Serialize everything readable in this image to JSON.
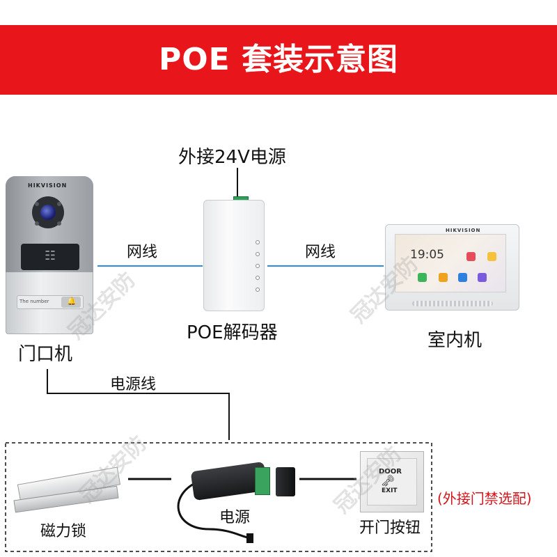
{
  "banner": {
    "title": "POE 套装示意图"
  },
  "labels": {
    "external_power": "外接24V电源",
    "door_station": "门口机",
    "decoder": "POE解码器",
    "indoor_unit": "室内机",
    "network_left": "网线",
    "network_right": "网线",
    "power_cable": "电源线",
    "magnetic_lock": "磁力锁",
    "power_supply": "电源",
    "exit_button": "开门按钮",
    "optional_note": "(外接门禁选配)"
  },
  "devices": {
    "door_station": {
      "brand": "HIKVISION",
      "button_label": "The number"
    },
    "indoor_unit": {
      "brand": "HIKVISION",
      "time": "19:05"
    },
    "exit_button": {
      "door": "DOOR",
      "exit": "EXIT"
    }
  },
  "watermarks": [
    "冠达安防",
    "冠达安防",
    "冠达安防",
    "冠达安防"
  ],
  "colors": {
    "banner": "#e8161b",
    "network_line": "#2a8be0",
    "note": "#d4141a"
  }
}
